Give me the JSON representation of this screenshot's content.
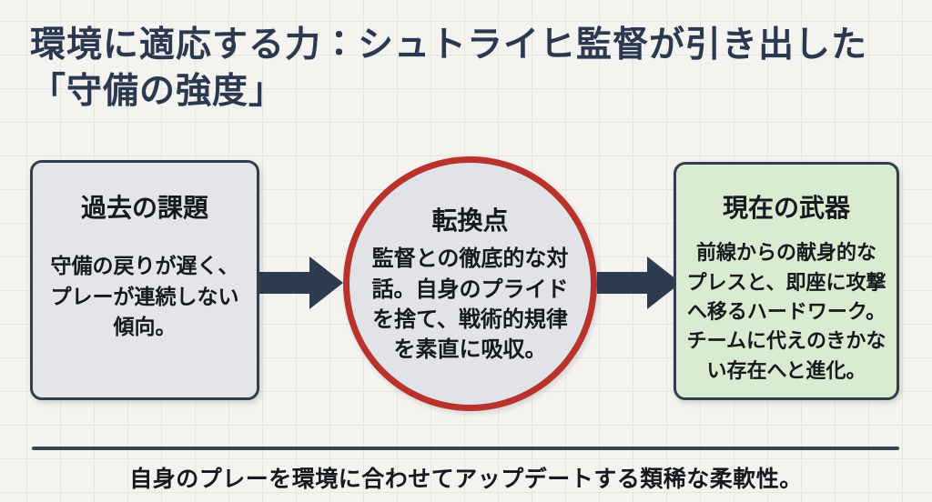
{
  "title": {
    "line1": "環境に適応する力：シュトライヒ監督が引き出した",
    "line2": "「守備の強度」"
  },
  "nodes": {
    "past": {
      "title": "過去の課題",
      "body": [
        "守備の戻りが遅く、",
        "プレーが連続しない",
        "傾向。"
      ]
    },
    "turning": {
      "title": "転換点",
      "body": [
        "監督との徹底的な対",
        "話。自身のプライド",
        "を捨て、戦術的規律",
        "を素直に吸収。"
      ]
    },
    "now": {
      "title": "現在の武器",
      "body": [
        "前線からの献身的な",
        "プレスと、即座に攻撃",
        "へ移るハードワーク。",
        "チームに代えのきかな",
        "い存在へと進化。"
      ]
    }
  },
  "footer": {
    "text": "自身のプレーを環境に合わせてアップデートする類稀な柔軟性。"
  },
  "colors": {
    "background": "#f4f3ef",
    "grid": "#e6e4de",
    "ink_title": "#2b3950",
    "ink_body": "#16191e",
    "box_border": "#333d4d",
    "box_gray": "#e3e5e8",
    "box_green": "#d9ecd2",
    "circle_fill": "#e1e3e6",
    "accent_red": "#b9322b",
    "arrow": "#2d3b4e",
    "divider": "#39424f"
  }
}
